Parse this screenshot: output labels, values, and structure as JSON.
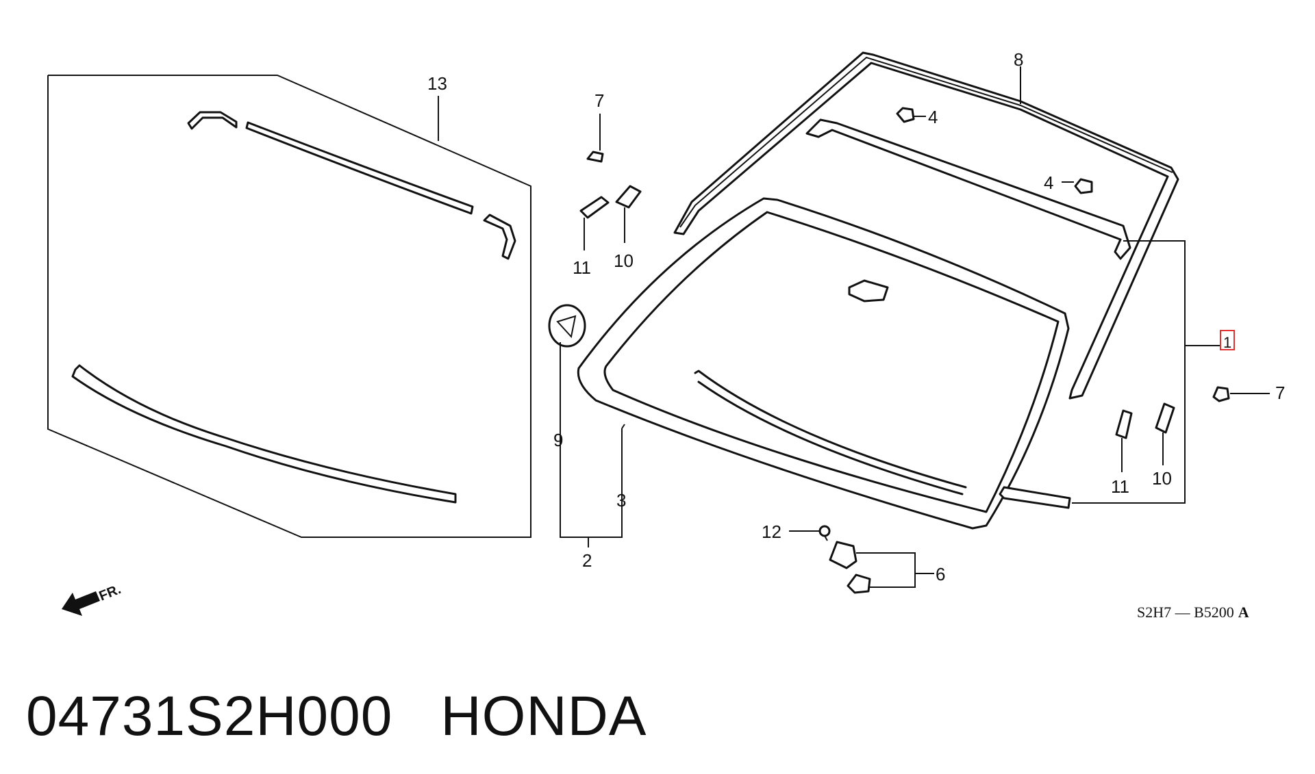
{
  "diagram": {
    "callouts": {
      "c1": "1",
      "c2": "2",
      "c3": "3",
      "c4a": "4",
      "c4b": "4",
      "c6": "6",
      "c7a": "7",
      "c7b": "7",
      "c8": "8",
      "c9": "9",
      "c10a": "10",
      "c10b": "10",
      "c11a": "11",
      "c11b": "11",
      "c12": "12",
      "c13": "13"
    },
    "front_label": "FR.",
    "reference_code": "S2H7 — B5200",
    "reference_suffix": "A",
    "highlight_color": "#e03030"
  },
  "footer": {
    "part_number": "04731S2H000",
    "brand": "HONDA"
  }
}
